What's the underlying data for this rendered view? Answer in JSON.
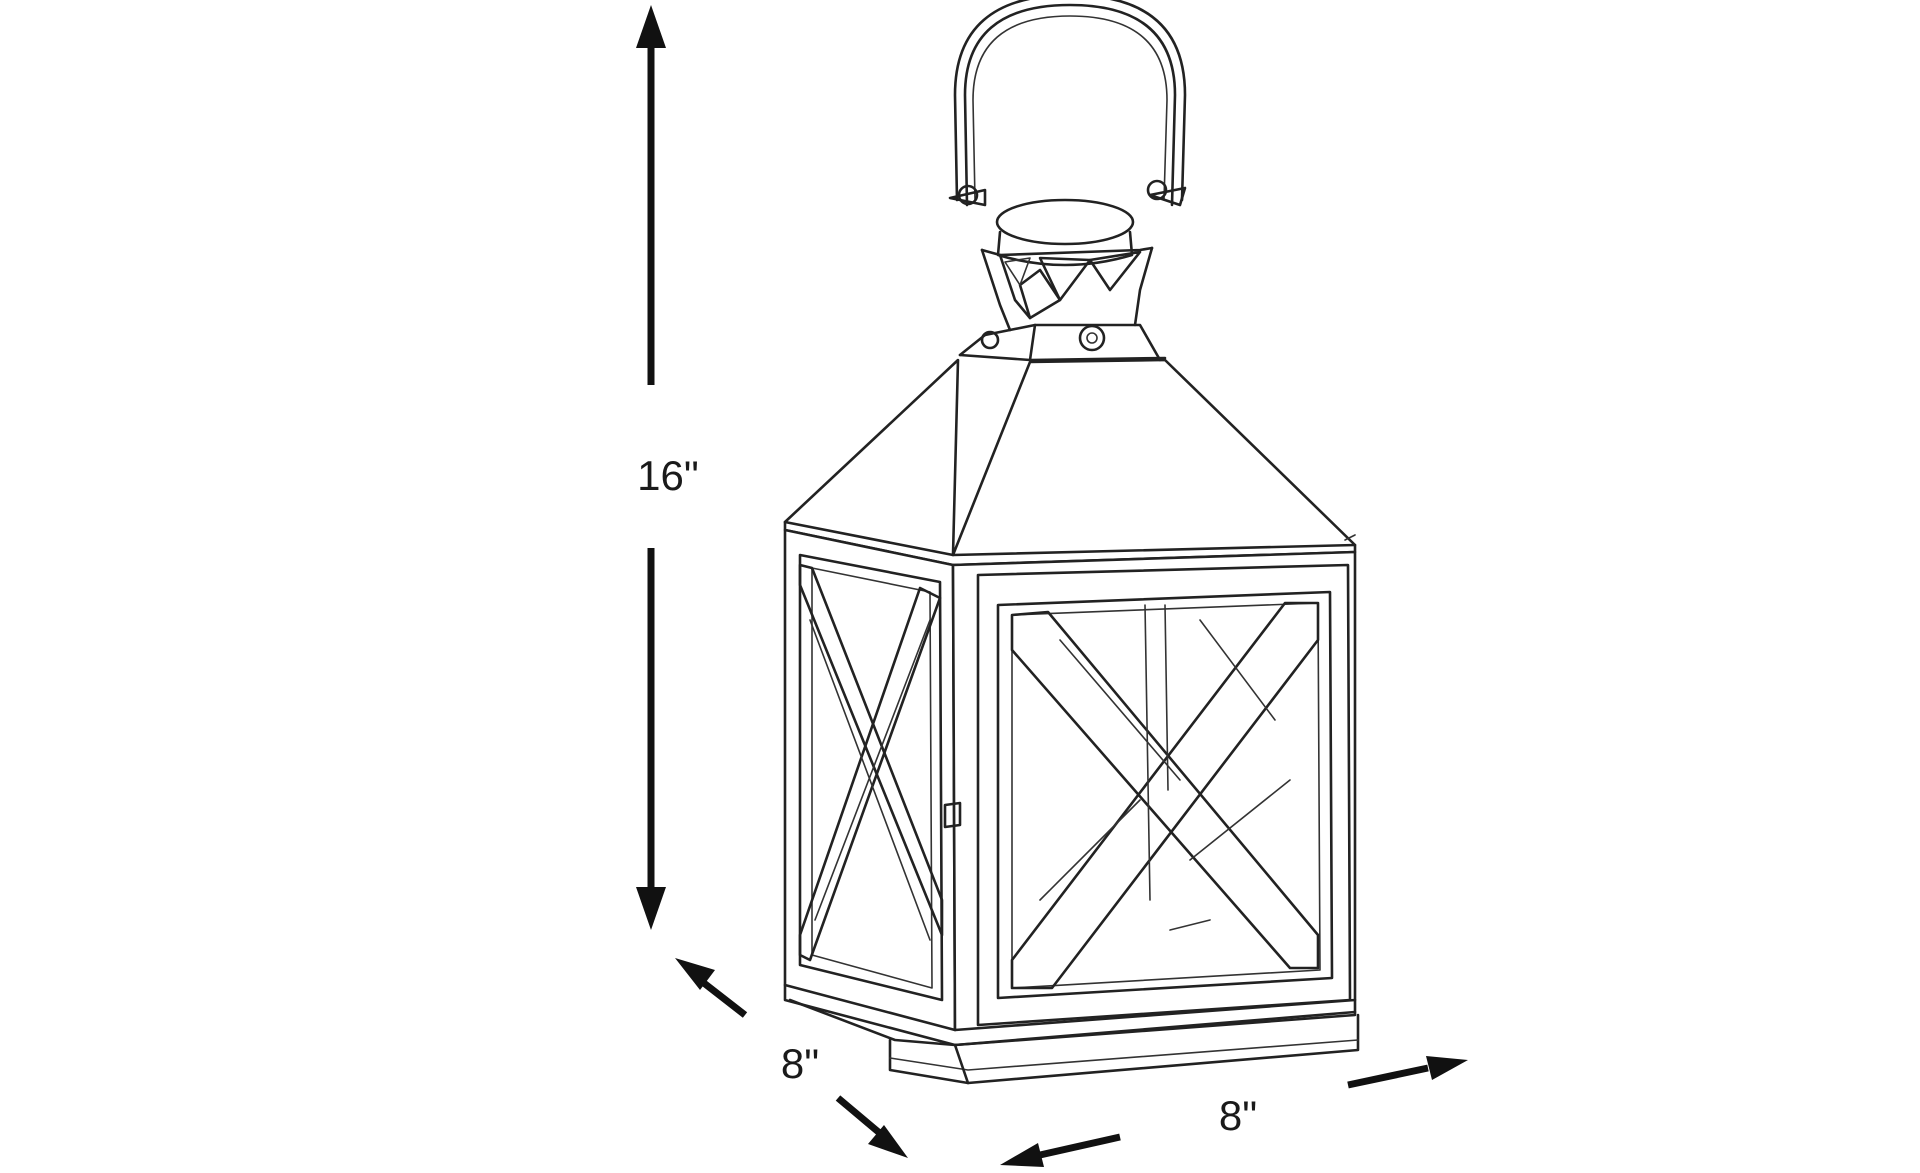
{
  "figure": {
    "subject": "lantern-line-drawing",
    "dimensions": {
      "height": "16\"",
      "depth": "8\"",
      "width": "8\""
    },
    "colors": {
      "line": "#222222",
      "arrow": "#111111",
      "background": "#ffffff"
    }
  }
}
